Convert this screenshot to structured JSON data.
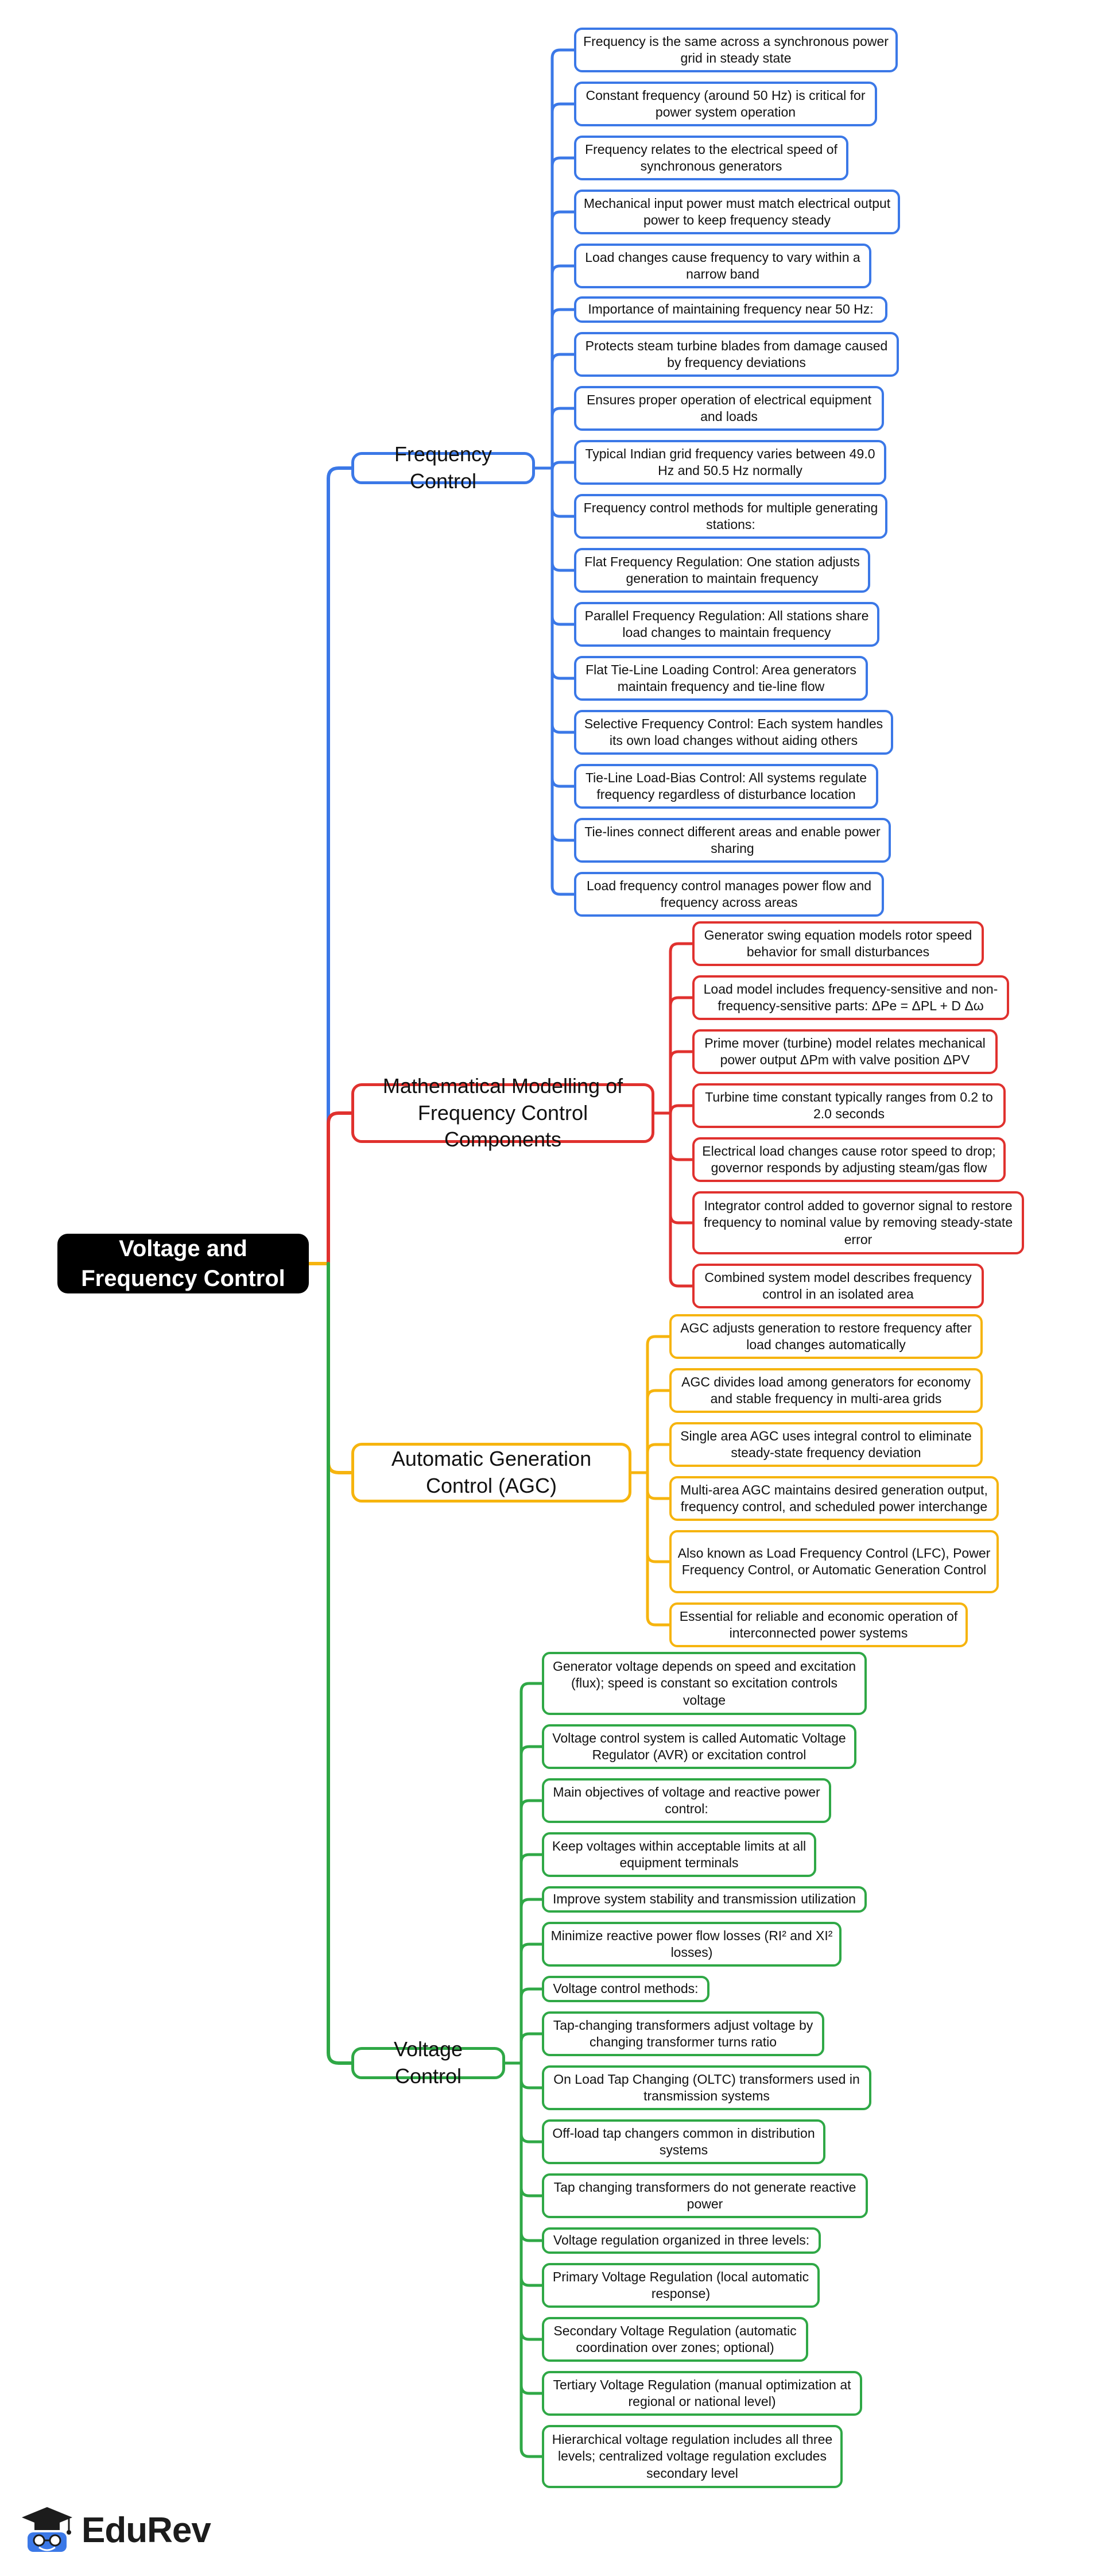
{
  "root": "Voltage and Frequency Control",
  "colors": {
    "blue": "#3b78e7",
    "red": "#e0312e",
    "yellow": "#f6b40e",
    "green": "#2fa846"
  },
  "branches": [
    {
      "title": "Frequency Control",
      "color": "blue",
      "items": [
        "Frequency is the same across a synchronous power grid in steady state",
        "Constant frequency (around 50 Hz) is critical for power system operation",
        "Frequency relates to the electrical speed of synchronous generators",
        "Mechanical input power must match electrical output power to keep frequency steady",
        "Load changes cause frequency to vary within a narrow band",
        "Importance of maintaining frequency near 50 Hz:",
        "Protects steam turbine blades from damage caused by frequency deviations",
        "Ensures proper operation of electrical equipment and loads",
        "Typical Indian grid frequency varies between 49.0 Hz and 50.5 Hz normally",
        "Frequency control methods for multiple generating stations:",
        "Flat Frequency Regulation: One station adjusts generation to maintain frequency",
        "Parallel Frequency Regulation: All stations share load changes to maintain frequency",
        "Flat Tie-Line Loading Control: Area generators maintain frequency and tie-line flow",
        "Selective Frequency Control: Each system handles its own load changes without aiding others",
        "Tie-Line Load-Bias Control: All systems regulate frequency regardless of disturbance location",
        "Tie-lines connect different areas and enable power sharing",
        "Load frequency control manages power flow and frequency across areas"
      ]
    },
    {
      "title": "Mathematical Modelling of Frequency Control Components",
      "color": "red",
      "items": [
        "Generator swing equation models rotor speed behavior for small disturbances",
        "Load model includes frequency-sensitive and non-frequency-sensitive parts: ΔPe = ΔPL + D Δω",
        "Prime mover (turbine) model relates mechanical power output ΔPm with valve position ΔPV",
        "Turbine time constant typically ranges from 0.2 to 2.0 seconds",
        "Electrical load changes cause rotor speed to drop; governor responds by adjusting steam/gas flow",
        "Integrator control added to governor signal to restore frequency to nominal value by removing steady-state error",
        "Combined system model describes frequency control in an isolated area"
      ]
    },
    {
      "title": "Automatic Generation Control (AGC)",
      "color": "yellow",
      "items": [
        "AGC adjusts generation to restore frequency after load changes automatically",
        "AGC divides load among generators for economy and stable frequency in multi-area grids",
        "Single area AGC uses integral control to eliminate steady-state frequency deviation",
        "Multi-area AGC maintains desired generation output, frequency control, and scheduled power interchange",
        "Also known as Load Frequency Control (LFC), Power Frequency Control, or Automatic Generation Control",
        "Essential for reliable and economic operation of interconnected power systems"
      ]
    },
    {
      "title": "Voltage Control",
      "color": "green",
      "items": [
        "Generator voltage depends on speed and excitation (flux); speed is constant so excitation controls voltage",
        "Voltage control system is called Automatic Voltage Regulator (AVR) or excitation control",
        "Main objectives of voltage and reactive power control:",
        "Keep voltages within acceptable limits at all equipment terminals",
        "Improve system stability and transmission utilization",
        "Minimize reactive power flow losses (RI² and XI² losses)",
        "Voltage control methods:",
        "Tap-changing transformers adjust voltage by changing transformer turns ratio",
        "On Load Tap Changing (OLTC) transformers used in transmission systems",
        "Off-load tap changers common in distribution systems",
        "Tap changing transformers do not generate reactive power",
        "Voltage regulation organized in three levels:",
        "Primary Voltage Regulation (local automatic response)",
        "Secondary Voltage Regulation (automatic coordination over zones; optional)",
        "Tertiary Voltage Regulation (manual optimization at regional or national level)",
        "Hierarchical voltage regulation includes all three levels; centralized voltage regulation excludes secondary level"
      ]
    }
  ],
  "logo": {
    "text": "EduRev",
    "icon": "graduation-cap-icon"
  }
}
